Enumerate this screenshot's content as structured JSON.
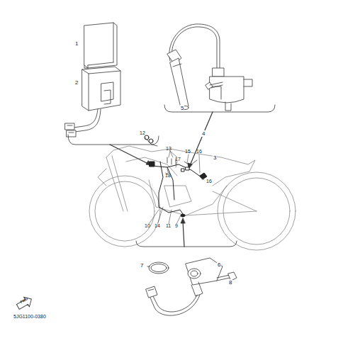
{
  "diagram": {
    "labels": [
      "1",
      "2",
      "3",
      "4",
      "5",
      "12",
      "13",
      "15",
      "16",
      "17",
      "18",
      "16",
      "10",
      "14",
      "11",
      "9",
      "7",
      "6",
      "8",
      "FWD",
      "5JG1100-0380"
    ]
  }
}
